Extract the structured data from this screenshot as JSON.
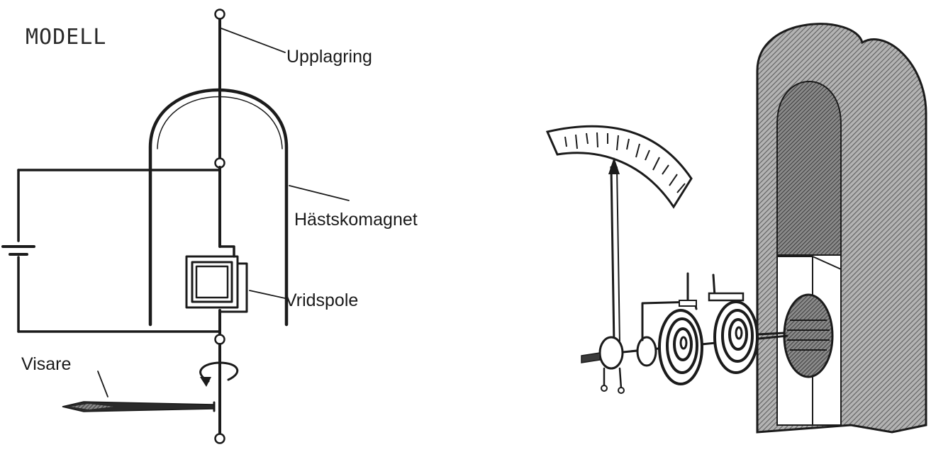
{
  "diagram": {
    "title": "MODELL",
    "labels": {
      "upplagring": "Upplagring",
      "hastskomagnet": "Hästskomagnet",
      "vridspole": "Vridspole",
      "visare": "Visare"
    }
  },
  "colors": {
    "ink": "#1b1b1b",
    "hatch_dark": "#6e6e6e",
    "hatch_light": "#b3b3b3",
    "background": "#ffffff"
  }
}
